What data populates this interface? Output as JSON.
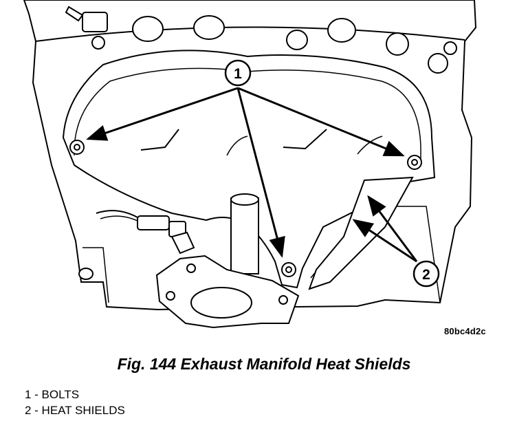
{
  "figure": {
    "code": "80bc4d2c",
    "caption": "Fig. 144 Exhaust Manifold Heat Shields"
  },
  "callouts": [
    {
      "number": "1",
      "label": "BOLTS"
    },
    {
      "number": "2",
      "label": "HEAT SHIELDS"
    }
  ],
  "legend": [
    {
      "text": "1 - BOLTS"
    },
    {
      "text": "2 - HEAT SHIELDS"
    }
  ],
  "colors": {
    "line": "#000000",
    "fill": "#ffffff"
  }
}
